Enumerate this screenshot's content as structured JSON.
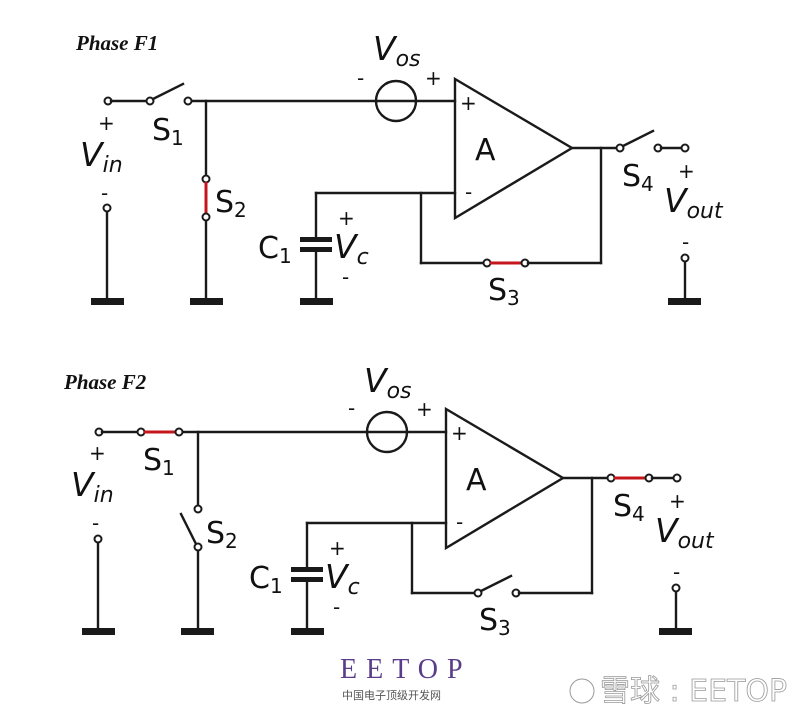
{
  "diagram": {
    "kind": "switched-capacitor offset cancellation circuit",
    "colors": {
      "wire": "#1a1a1a",
      "closed_switch": "#c4161c",
      "logo": "#5a3d8a"
    },
    "panels": [
      {
        "title": "Phase F1",
        "labels": {
          "vin": "V",
          "vin_sub": "in",
          "vin_plus": "+",
          "vin_minus": "-",
          "s1": "S",
          "s1_sub": "1",
          "s2": "S",
          "s2_sub": "2",
          "s3": "S",
          "s3_sub": "3",
          "s4": "S",
          "s4_sub": "4",
          "c1": "C",
          "c1_sub": "1",
          "vc": "V",
          "vc_sub": "c",
          "vc_plus": "+",
          "vc_minus": "-",
          "vos": "V",
          "vos_sub": "os",
          "vos_plus": "+",
          "vos_minus": "-",
          "amp": "A",
          "amp_plus": "+",
          "amp_minus": "-",
          "vout": "V",
          "vout_sub": "out",
          "vout_plus": "+",
          "vout_minus": "-"
        },
        "switch_states": {
          "S1": "open",
          "S2": "closed",
          "S3": "closed",
          "S4": "open"
        }
      },
      {
        "title": "Phase F2",
        "labels": {
          "vin": "V",
          "vin_sub": "in",
          "vin_plus": "+",
          "vin_minus": "-",
          "s1": "S",
          "s1_sub": "1",
          "s2": "S",
          "s2_sub": "2",
          "s3": "S",
          "s3_sub": "3",
          "s4": "S",
          "s4_sub": "4",
          "c1": "C",
          "c1_sub": "1",
          "vc": "V",
          "vc_sub": "c",
          "vc_plus": "+",
          "vc_minus": "-",
          "vos": "V",
          "vos_sub": "os",
          "vos_plus": "+",
          "vos_minus": "-",
          "amp": "A",
          "amp_plus": "+",
          "amp_minus": "-",
          "vout": "V",
          "vout_sub": "out",
          "vout_plus": "+",
          "vout_minus": "-"
        },
        "switch_states": {
          "S1": "closed",
          "S2": "open",
          "S3": "open",
          "S4": "closed"
        }
      }
    ]
  },
  "footer": {
    "logo": "EETOP",
    "logo_subtitle": "中国电子顶级开发网",
    "watermark": "雪球 : EETOP"
  }
}
